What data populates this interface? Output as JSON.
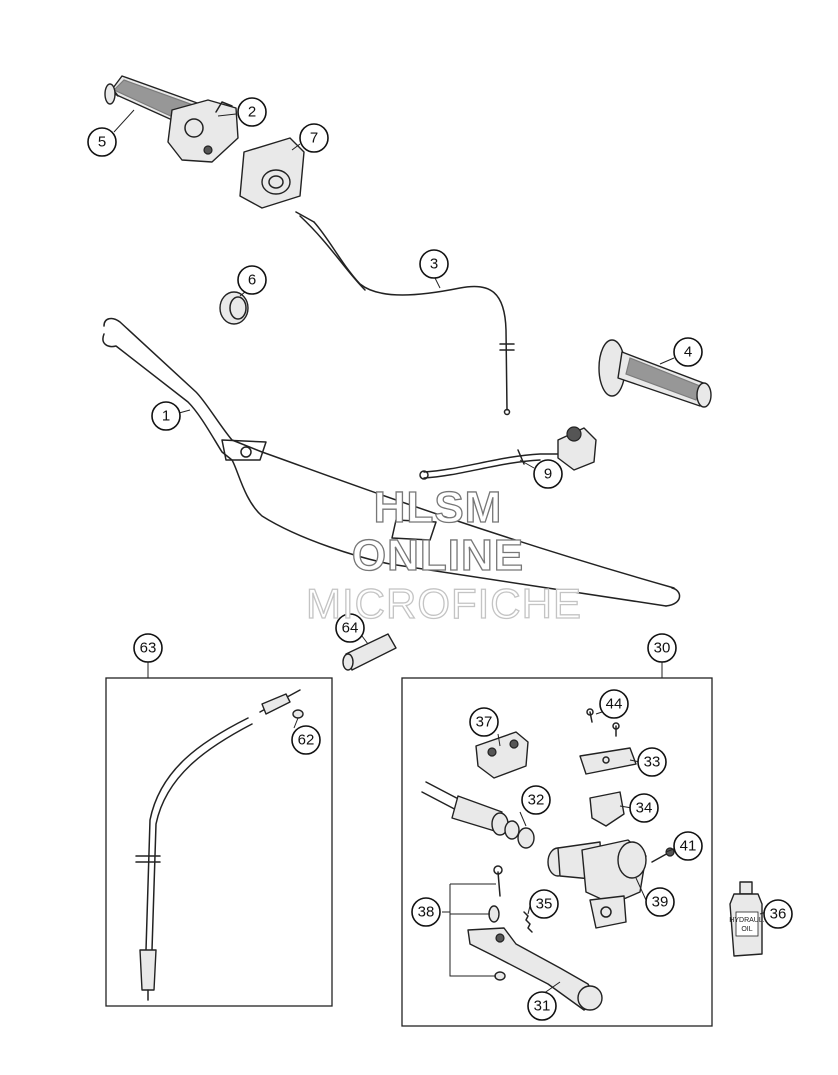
{
  "watermark": {
    "line1": "HLSM",
    "line2": "ONLINE",
    "line3": "MICROFICHE"
  },
  "callouts": {
    "p1": "1",
    "p2": "2",
    "p3": "3",
    "p4": "4",
    "p5": "5",
    "p6": "6",
    "p7": "7",
    "p9": "9",
    "p30": "30",
    "p31": "31",
    "p32": "32",
    "p33": "33",
    "p34": "34",
    "p35": "35",
    "p36": "36",
    "p37": "37",
    "p38": "38",
    "p39": "39",
    "p41": "41",
    "p44": "44",
    "p62": "62",
    "p63": "63",
    "p64": "64"
  },
  "bottle_label": {
    "line1": "HYDRAUL.",
    "line2": "OIL"
  }
}
